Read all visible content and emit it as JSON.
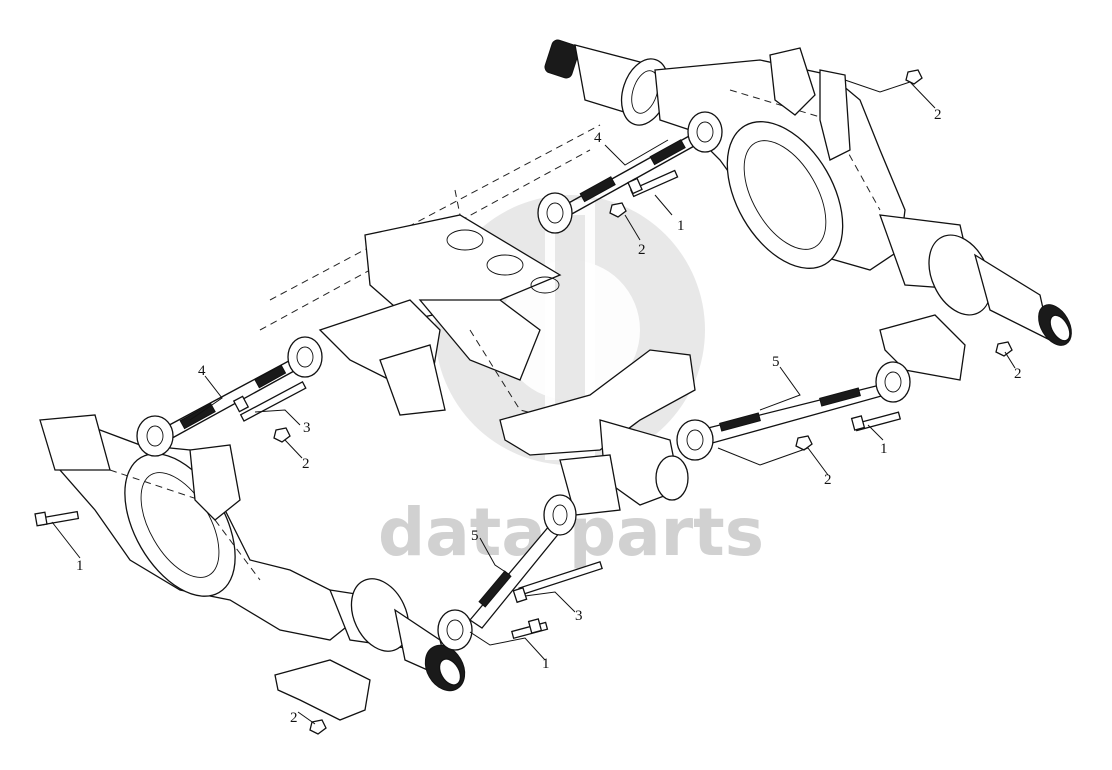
{
  "watermark": {
    "text": "data parts",
    "color": "#c9c9c9"
  },
  "callouts": [
    {
      "id": "c1",
      "label": "4"
    },
    {
      "id": "c2",
      "label": "2"
    },
    {
      "id": "c3",
      "label": "1"
    },
    {
      "id": "c4",
      "label": "2"
    },
    {
      "id": "c5",
      "label": "4"
    },
    {
      "id": "c6",
      "label": "3"
    },
    {
      "id": "c7",
      "label": "2"
    },
    {
      "id": "c8",
      "label": "1"
    },
    {
      "id": "c9",
      "label": "5"
    },
    {
      "id": "c10",
      "label": "1"
    },
    {
      "id": "c11",
      "label": "2"
    },
    {
      "id": "c12",
      "label": "5"
    },
    {
      "id": "c13",
      "label": "3"
    },
    {
      "id": "c14",
      "label": "1"
    },
    {
      "id": "c15",
      "label": "2"
    }
  ]
}
